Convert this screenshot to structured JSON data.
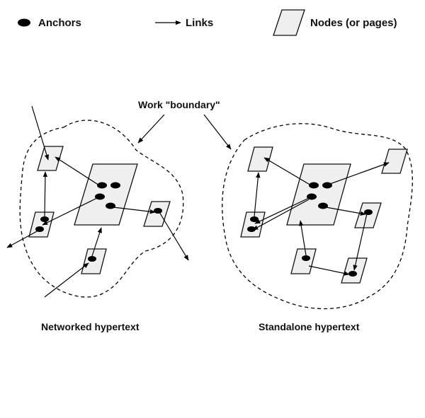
{
  "legend": {
    "anchors_label": "Anchors",
    "links_label": "Links",
    "nodes_label": "Nodes (or pages)"
  },
  "boundary_label": "Work \"boundary\"",
  "diagrams": {
    "networked_caption": "Networked hypertext",
    "standalone_caption": "Standalone hypertext"
  },
  "colors": {
    "node_fill": "#efefef",
    "ink": "#000000"
  }
}
